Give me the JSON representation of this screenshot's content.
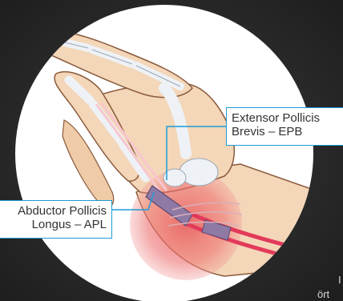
{
  "labels": {
    "epb": {
      "line1": "Extensor Pollicis",
      "line2": "Brevis – EPB"
    },
    "apl": {
      "line1": "Abductor Pollicis",
      "line2": "Longus – APL"
    }
  },
  "corner_text": {
    "a": "I",
    "b": "ört"
  },
  "colors": {
    "background": "#2b2b2b",
    "circle": "#ffffff",
    "skin": "#f4d6b8",
    "bone": "#eef2f6",
    "tendon_sheath": "#8f7aa6",
    "tendon": "#e23a5a",
    "inflammation": "#e8585a",
    "leader_line": "#1f9bd6"
  }
}
